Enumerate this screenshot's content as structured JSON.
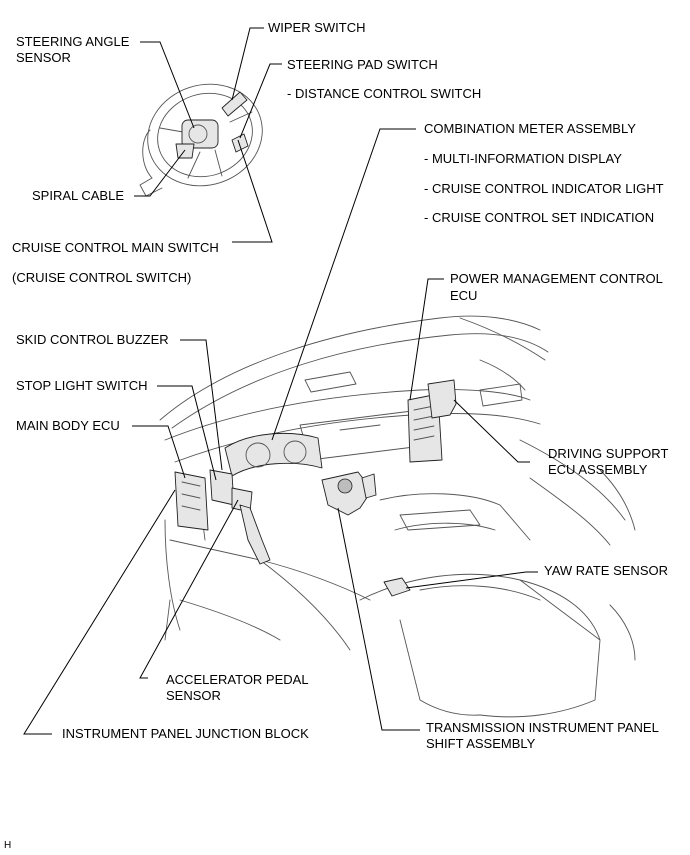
{
  "labels": {
    "wiper_switch": "WIPER SWITCH",
    "steering_angle_sensor_1": "STEERING ANGLE",
    "steering_angle_sensor_2": "SENSOR",
    "steering_pad_switch": "STEERING PAD SWITCH",
    "distance_control_switch": "- DISTANCE CONTROL SWITCH",
    "spiral_cable": "SPIRAL CABLE",
    "cruise_main_switch": "CRUISE CONTROL MAIN SWITCH",
    "cruise_control_switch": "(CRUISE CONTROL SWITCH)",
    "combination_meter": "COMBINATION METER ASSEMBLY",
    "multi_info_display": "- MULTI-INFORMATION DISPLAY",
    "cruise_indicator_light": "- CRUISE CONTROL INDICATOR LIGHT",
    "cruise_set_indication": "- CRUISE CONTROL SET INDICATION",
    "power_mgmt_ecu_1": "POWER MANAGEMENT CONTROL",
    "power_mgmt_ecu_2": "ECU",
    "skid_control_buzzer": "SKID CONTROL BUZZER",
    "stop_light_switch": "STOP LIGHT SWITCH",
    "main_body_ecu": "MAIN BODY ECU",
    "driving_support_ecu_1": "DRIVING SUPPORT",
    "driving_support_ecu_2": "ECU ASSEMBLY",
    "yaw_rate_sensor": "YAW RATE SENSOR",
    "accelerator_pedal_1": "ACCELERATOR PEDAL",
    "accelerator_pedal_2": "SENSOR",
    "junction_block": "INSTRUMENT PANEL JUNCTION BLOCK",
    "shift_assembly_1": "TRANSMISSION INSTRUMENT PANEL",
    "shift_assembly_2": "SHIFT ASSEMBLY",
    "corner_code": "H"
  }
}
